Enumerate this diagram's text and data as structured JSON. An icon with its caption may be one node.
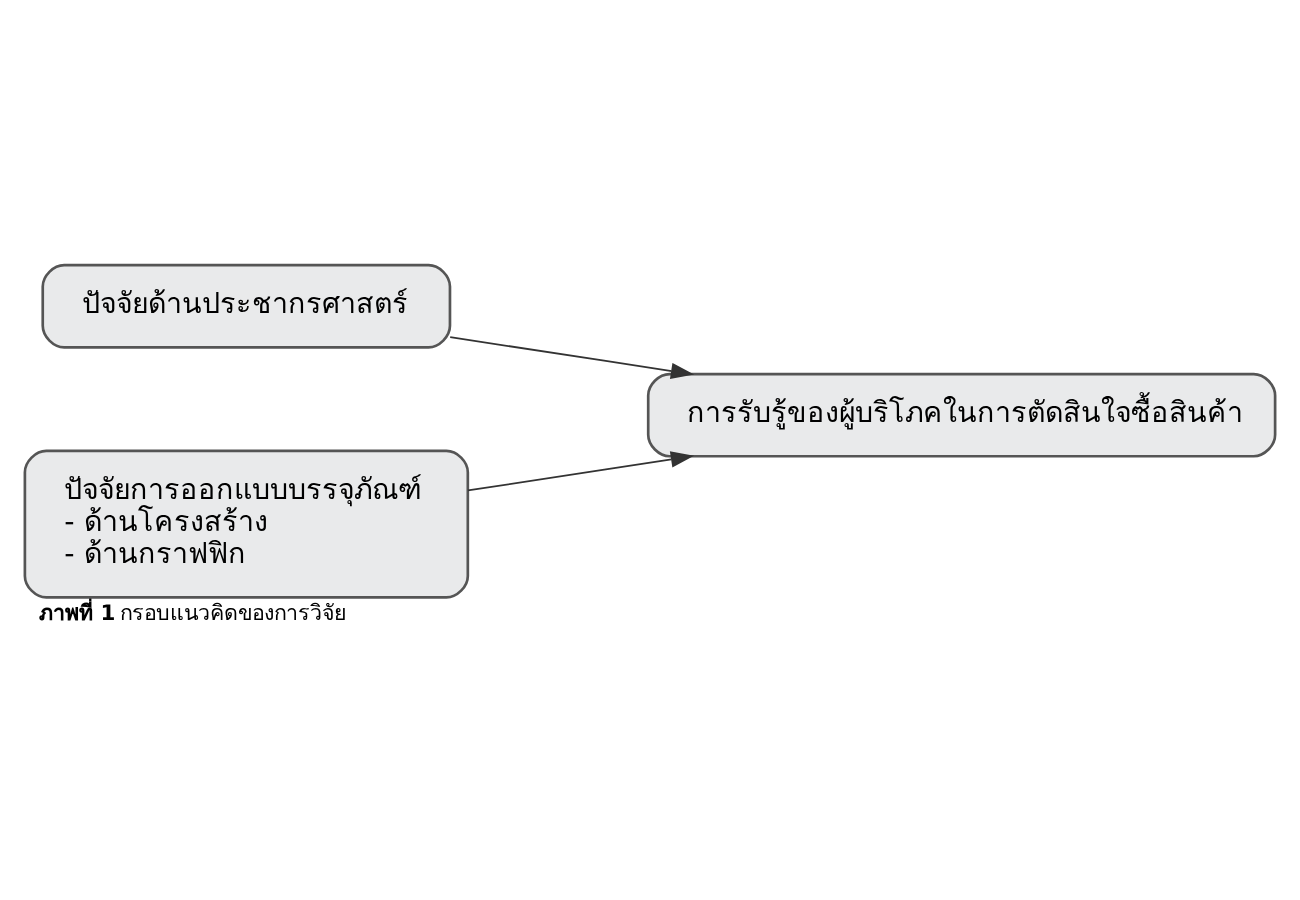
{
  "diagram": {
    "caption": "**ภาพที่ 1** กรอบแนวคิดของการวิจัย",
    "nodes": [
      {
        "text": [
          "ปัจจัยด้านประชากรศาสตร์"
        ]
      },
      {
        "text": [
          "ปัจจัยการออกแบบบรรจุภัณฑ์",
          "- ด้านโครงสร้าง",
          "- ด้านกราฟฟิก"
        ]
      },
      {
        "text": [
          "การรับรู้ของผู้บริโภคในการตัดสินใจซื้อสินค้า"
        ]
      }
    ],
    "edges": [
      {
        "from": 0,
        "to": 2,
        "arrow": "to"
      },
      {
        "from": 1,
        "to": 2,
        "arrow": "to"
      }
    ]
  }
}
